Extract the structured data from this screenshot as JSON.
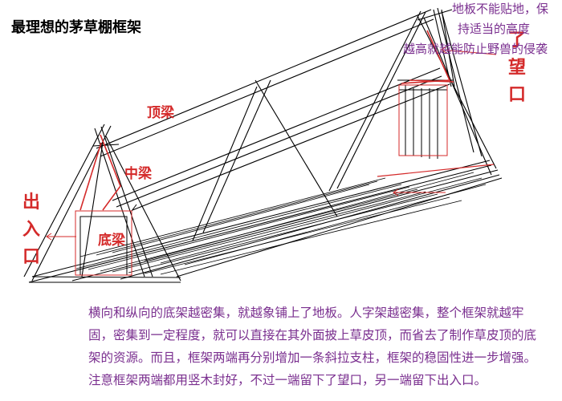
{
  "title": "最理想的茅草棚框架",
  "labels": {
    "top_beam": "顶梁",
    "middle_beam": "中梁",
    "bottom_beam": "底梁",
    "lookout": [
      "了",
      "望",
      "口"
    ],
    "exit": [
      "出",
      "入",
      "口"
    ]
  },
  "notes": {
    "ground": [
      "地板不能贴地，保",
      "持适当的高度",
      "越高就越能防止野兽的侵袭"
    ],
    "description": "横向和纵向的底架越密集，就越象铺上了地板。人字架越密集，整个框架就越牢固，密集到一定程度，就可以直接在其外面披上草皮顶，而省去了制作草皮顶的底架的资源。而且，框架两端再分别增加一条斜拉支柱，框架的稳固性进一步增强。注意框架两端都用竖木封好，不过一端留下了望口，另一端留下出入口。"
  },
  "colors": {
    "label_red": "#d42a2a",
    "note_purple": "#7a2f8f",
    "frame_line": "#000000"
  }
}
